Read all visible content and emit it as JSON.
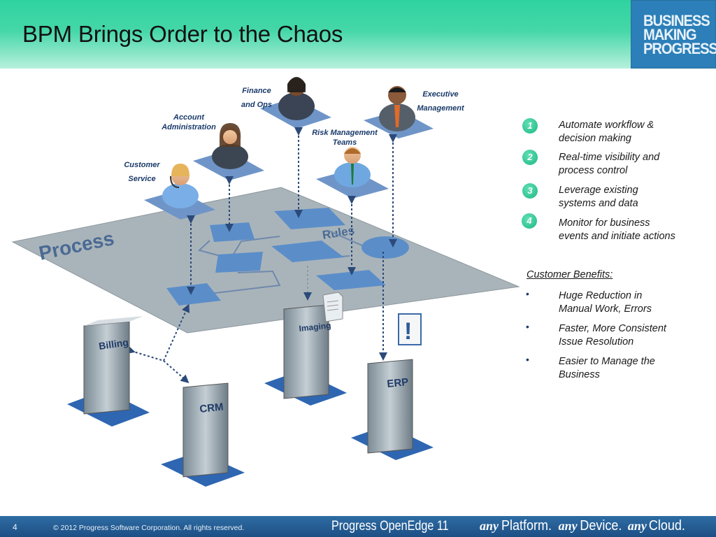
{
  "slide": {
    "title": "BPM Brings Order to the Chaos",
    "brand": {
      "line1": "BUSINESS",
      "line2": "MAKING",
      "line3": "PROGRESS."
    }
  },
  "roles": {
    "finance": [
      "Finance",
      "and Ops"
    ],
    "executive": [
      "Executive",
      "Management"
    ],
    "account": [
      "Account",
      "Administration"
    ],
    "risk": [
      "Risk Management",
      "Teams"
    ],
    "customer": [
      "Customer",
      "Service"
    ]
  },
  "diagram": {
    "process_label": "Process",
    "rules_label": "Rules",
    "systems": {
      "billing": "Billing",
      "imaging": "Imaging",
      "crm": "CRM",
      "erp": "ERP"
    },
    "alert_symbol": "!"
  },
  "benefits": [
    {
      "num": "1",
      "text_line1": "Automate workflow &",
      "text_line2": "decision making"
    },
    {
      "num": "2",
      "text_line1": "Real-time visibility and",
      "text_line2": "process control"
    },
    {
      "num": "3",
      "text_line1": "Leverage existing",
      "text_line2": "systems and data"
    },
    {
      "num": "4",
      "text_line1": "Monitor for business",
      "text_line2": "events and initiate actions"
    }
  ],
  "customer_benefits": {
    "heading": "Customer Benefits:",
    "items": [
      {
        "line1": "Huge Reduction in",
        "line2": "Manual Work, Errors"
      },
      {
        "line1": "Faster, More Consistent",
        "line2": "Issue Resolution"
      },
      {
        "line1": "Easier to Manage the",
        "line2": "Business"
      }
    ]
  },
  "footer": {
    "page_number": "4",
    "copyright": "© 2012 Progress Software Corporation. All rights reserved.",
    "product": "Progress OpenEdge 11",
    "tagline": {
      "any1": "any",
      "word1": "Platform.",
      "any2": "any",
      "word2": "Device.",
      "any3": "any",
      "word3": "Cloud."
    }
  },
  "colors": {
    "accent_green": "#1fb785",
    "header_green": "#2fd3a0",
    "brand_blue": "#2c7fb8",
    "footer_blue": "#1d4f84",
    "platform_gray": "#a8b4ba",
    "tile_blue": "#5b8ec9"
  }
}
